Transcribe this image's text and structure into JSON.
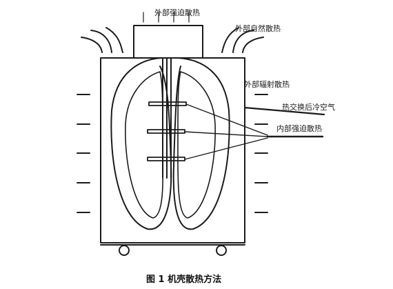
{
  "labels": {
    "top_forced": "外部强迫散热",
    "top_natural": "外部自然散热",
    "side_radiation": "外部辐射散热",
    "exchanged_air": "热交换后冷空气",
    "internal_forced": "内部强迫散热"
  },
  "caption": "图 1  机壳散热方法"
}
